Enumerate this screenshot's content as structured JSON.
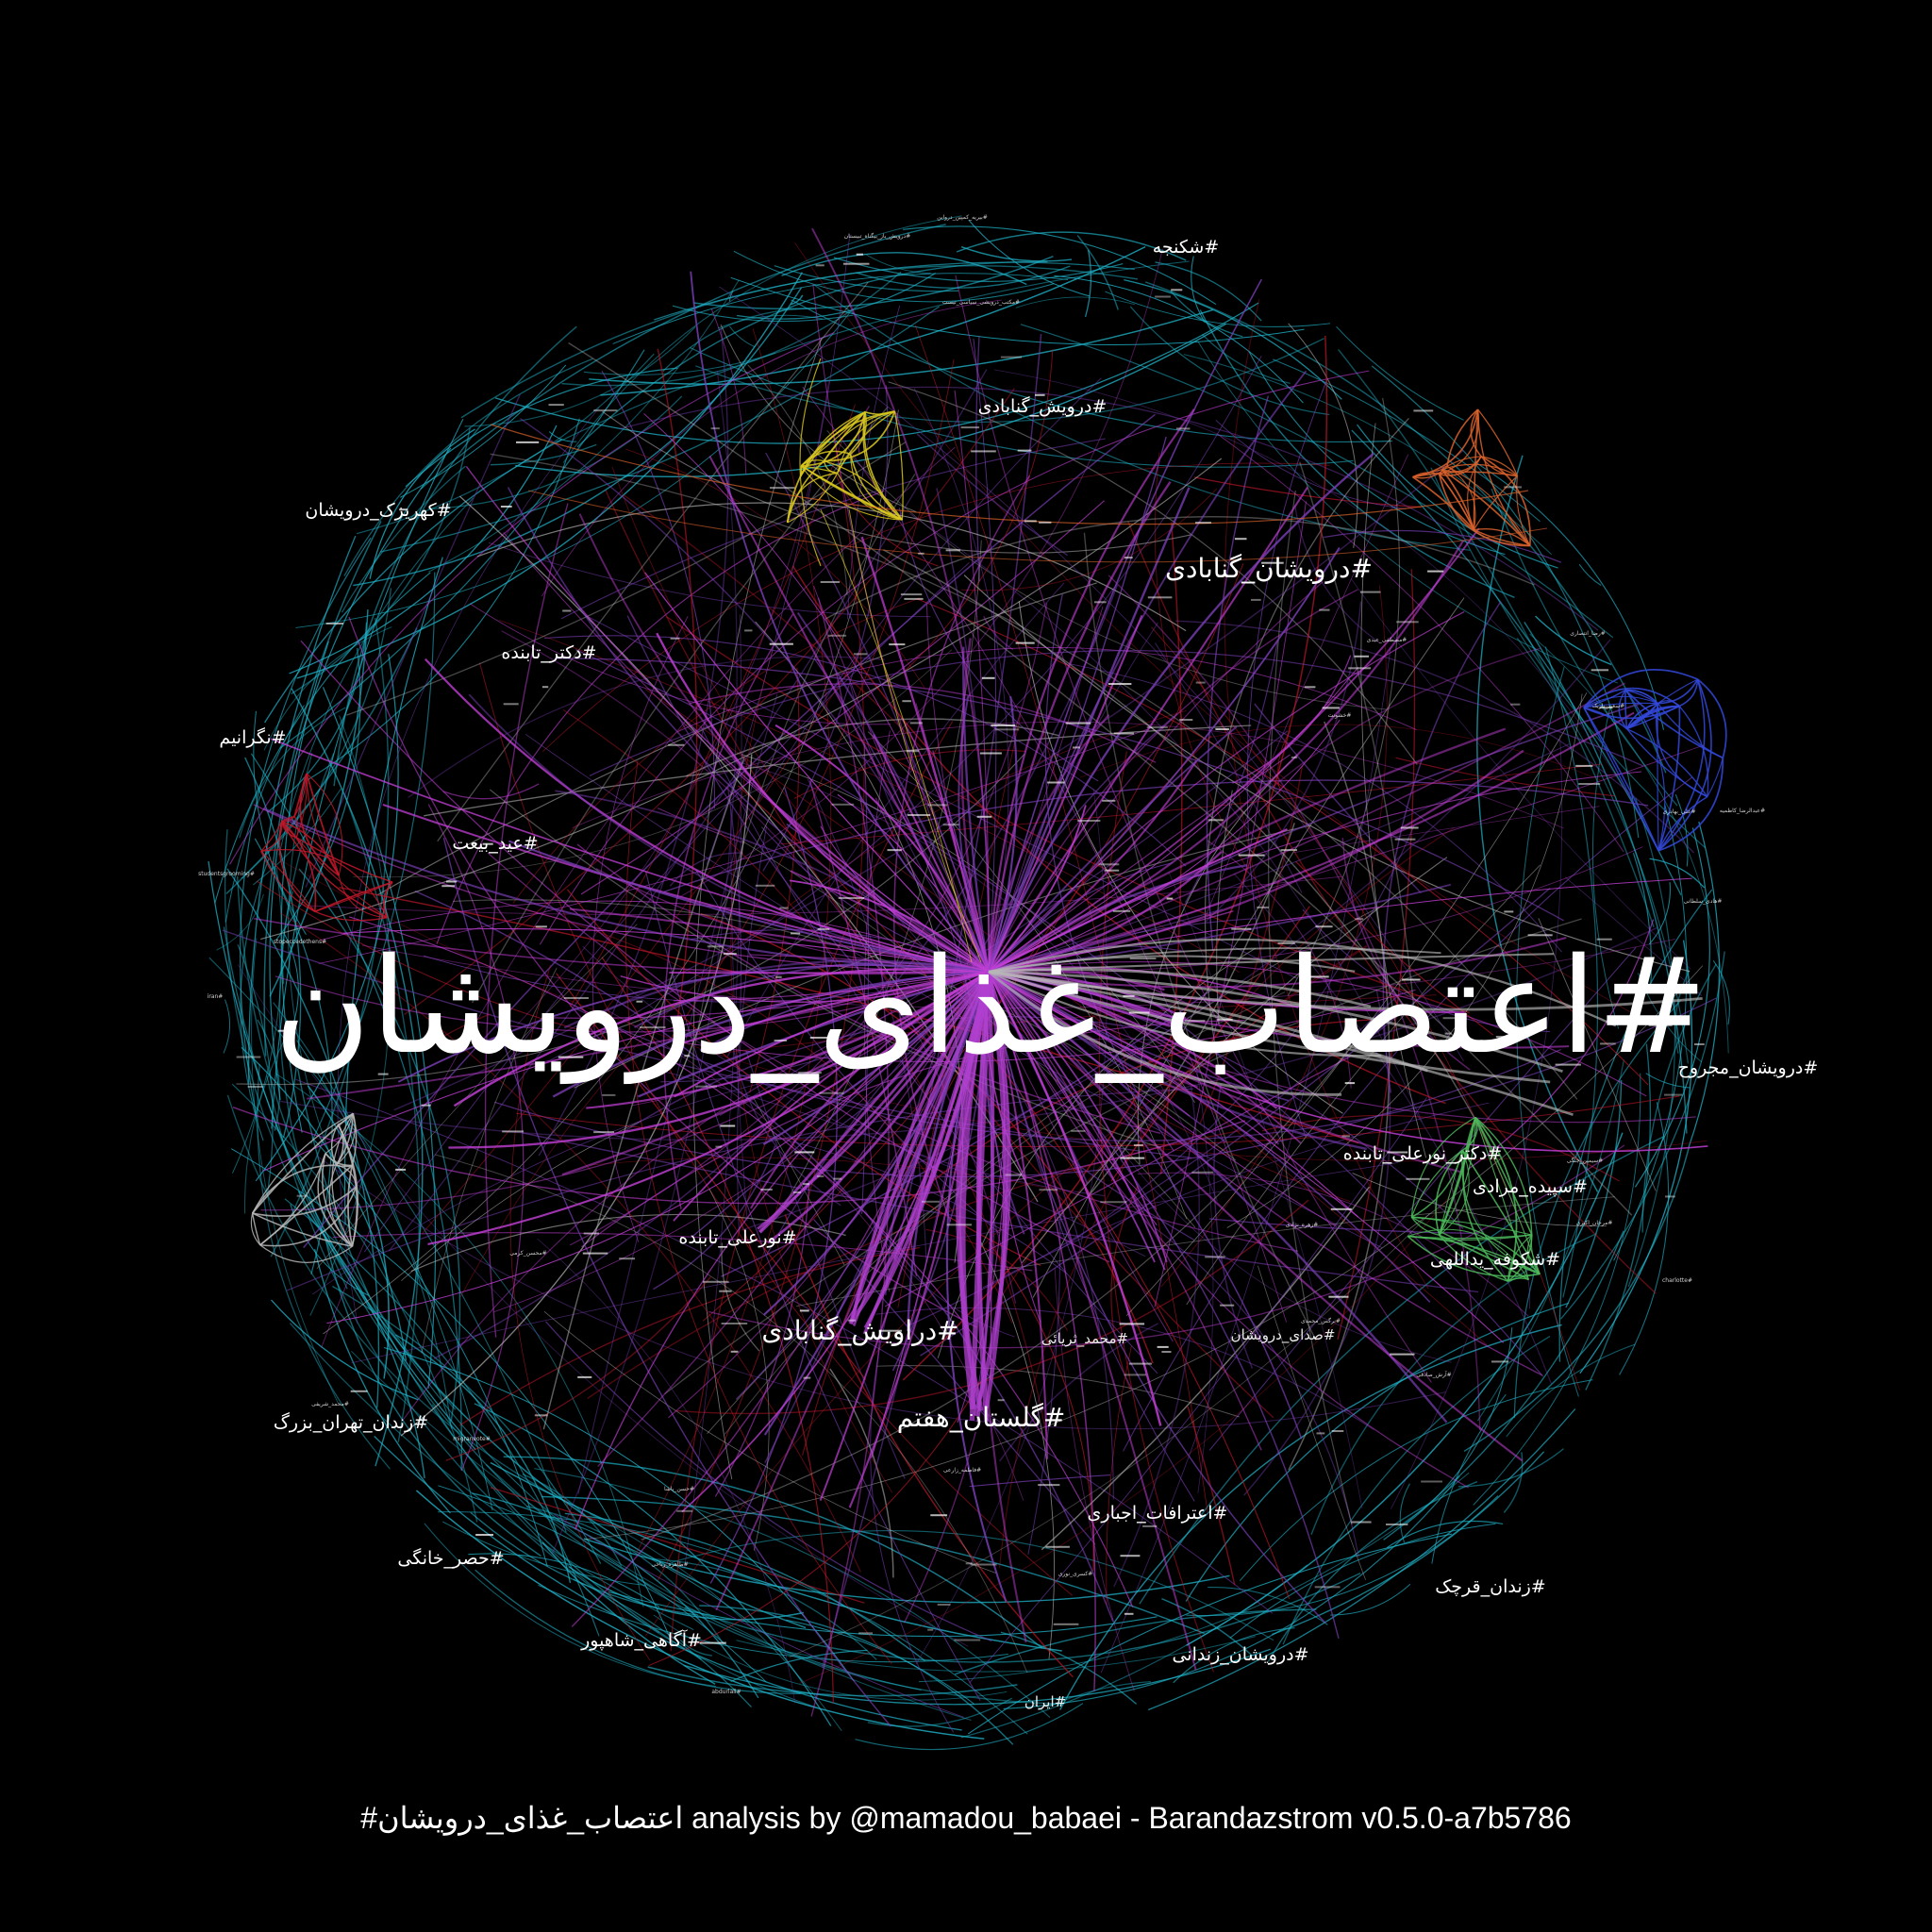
{
  "central_hashtag": "#اعتصاب_غذای_درویشان",
  "footer": {
    "text": "#اعتصاب_غذای_درویشان analysis by @mamadou_babaei - Barandazstrom v0.5.0-a7b5786"
  },
  "colors": {
    "background": "#000000",
    "label": "#ffffff",
    "edge_cyan": "#1fb3c9",
    "edge_magenta": "#c23fd6",
    "edge_purple": "#7b3fb8",
    "edge_red": "#c0172a",
    "edge_yellow": "#d9c81e",
    "edge_orange": "#d9622b",
    "edge_blue": "#3248d9",
    "edge_green": "#4cb85a",
    "edge_gray": "#b7b7b7"
  },
  "large_labels": [
    "#گلستان_هفتم",
    "#دراویش_گنابادی",
    "#درویشان_گنابادی"
  ],
  "medium_labels": [
    "#شکنجه",
    "#کهریزک_درویشان",
    "#نگرانیم",
    "#عید_بیعت",
    "#دکتر_تابنده",
    "#درویش_گنابادی",
    "#درویشان_مجروح",
    "#دکتر_نورعلی_تابنده",
    "#سپیده_مرادی",
    "#شکوفه_یداللهی",
    "#نورعلی_تابنده",
    "#زندان_تهران_بزرگ",
    "#حصر_خانگی",
    "#آگاهی_شاهپور",
    "#اعترافات_اجباری",
    "#زندان_قرچک",
    "#درویشان_زندانی",
    "#محمد_ثریائی",
    "#ایران",
    "#صدای_درویشان"
  ],
  "small_labels": [
    "#درویش_باز_بیگناه_تبیستان",
    "#بیریه_کمپین_درواین",
    "#مکتب_درویشی_سیاسی_نیست",
    "#مصطفی_عبدی",
    "#رضا_انتصاری",
    "#کسری_نوری",
    "#طاهره_ریاحی",
    "#محمد_شریفی",
    "#studentsgrooming",
    "#stopeccedethens",
    "#iran",
    "#charlotte",
    "#migranvote",
    "#abdurlali",
    "#خشونت",
    "#سعید_باریک",
    "#علی_بهادری",
    "#عبدالرضا_کاظمیه",
    "#هادی_سلطانی",
    "#سیمین_جنگی",
    "#مرجان_اکبری",
    "#نرگس_محمدی",
    "#آرش_صادقی",
    "#زهره_نژادی",
    "#فاطمه_زارعی",
    "#حسن_پاشا",
    "#محسن_کرمی"
  ]
}
